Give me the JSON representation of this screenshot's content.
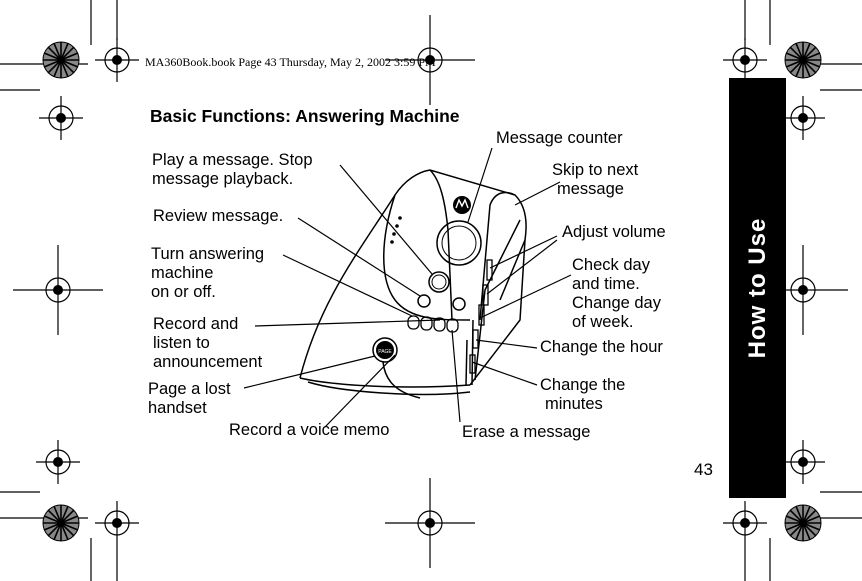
{
  "header": {
    "file_info": "MA360Book.book  Page 43  Thursday, May 2, 2002  3:59 PM"
  },
  "page": {
    "title": "Basic Functions: Answering Machine",
    "side_tab": "How to Use",
    "number": "43"
  },
  "callouts": {
    "play_message": [
      "Play a message. Stop",
      "message playback."
    ],
    "review_message": "Review message.",
    "turn_on_off": [
      "Turn answering",
      "machine",
      "on or off."
    ],
    "record_announcement": [
      "Record and",
      "listen to",
      "announcement"
    ],
    "page_handset": [
      "Page a lost",
      "handset"
    ],
    "voice_memo": "Record a voice memo",
    "erase_message": "Erase a message",
    "message_counter": "Message counter",
    "skip_next": [
      "Skip to next",
      "message"
    ],
    "adjust_volume": "Adjust volume",
    "check_day_time": [
      "Check day",
      "and time.",
      "Change day",
      "of week."
    ],
    "change_hour": "Change the hour",
    "change_minutes": [
      "Change the",
      "minutes"
    ]
  },
  "illustration": {
    "device": "answering machine base",
    "brand_mark": "Motorola logo",
    "button_label": "PAGE"
  }
}
